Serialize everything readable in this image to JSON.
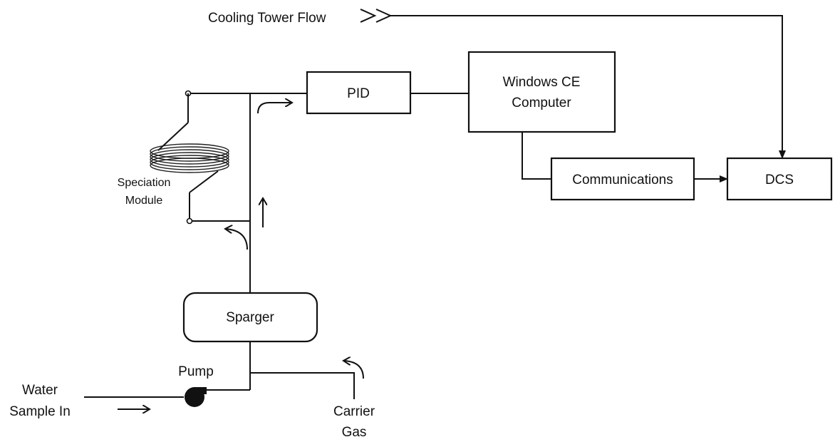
{
  "labels": {
    "cooling_tower_flow": "Cooling Tower Flow",
    "pid": "PID",
    "windows_ce_line1": "Windows CE",
    "windows_ce_line2": "Computer",
    "communications": "Communications",
    "dcs": "DCS",
    "speciation_line1": "Speciation",
    "speciation_line2": "Module",
    "sparger": "Sparger",
    "pump": "Pump",
    "water_line1": "Water",
    "water_line2": "Sample In",
    "carrier_line1": "Carrier",
    "carrier_line2": "Gas"
  }
}
